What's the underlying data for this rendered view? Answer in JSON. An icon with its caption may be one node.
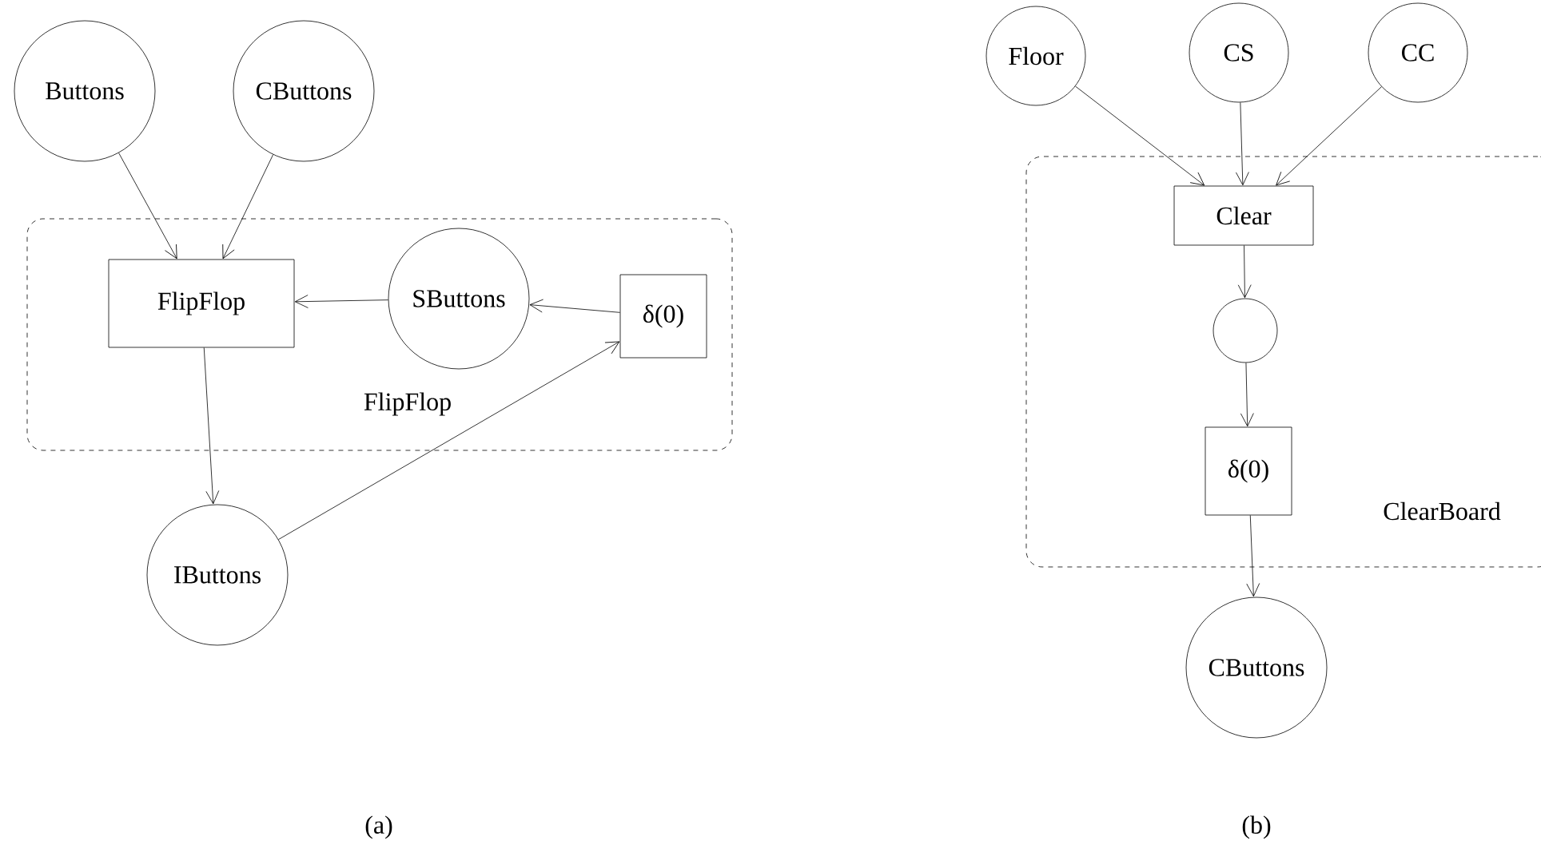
{
  "diagram": {
    "nodes": [
      {
        "text": [
          "Buttons"
        ]
      },
      {
        "text": [
          "CButtons"
        ]
      },
      {
        "text": [
          "FlipFlop"
        ]
      },
      {
        "text": [
          "FlipFlop"
        ],
        "in": 2
      },
      {
        "text": [
          "SButtons"
        ],
        "in": 2
      },
      {
        "text": [
          "δ(0)"
        ],
        "in": 2
      },
      {
        "text": [
          "IButtons"
        ]
      },
      {
        "text": [
          "Floor"
        ]
      },
      {
        "text": [
          "CS"
        ]
      },
      {
        "text": [
          "CC"
        ]
      },
      {
        "text": [
          "ClearBoard"
        ]
      },
      {
        "text": [
          "Clear"
        ],
        "in": 10
      },
      {
        "text": [],
        "shape": "circle",
        "in": 10
      },
      {
        "text": [
          "δ(0)"
        ],
        "in": 10
      },
      {
        "text": [
          "CButtons"
        ]
      }
    ],
    "edges": [
      {
        "from": 0,
        "to": 3,
        "arrow": "to"
      },
      {
        "from": 1,
        "to": 3,
        "arrow": "to"
      },
      {
        "from": 4,
        "to": 3,
        "arrow": "to"
      },
      {
        "from": 5,
        "to": 4,
        "arrow": "to"
      },
      {
        "from": 3,
        "to": 6,
        "arrow": "to"
      },
      {
        "from": 6,
        "to": 5,
        "arrow": "to"
      },
      {
        "from": 7,
        "to": 11,
        "arrow": "to"
      },
      {
        "from": 8,
        "to": 11,
        "arrow": "to"
      },
      {
        "from": 9,
        "to": 11,
        "arrow": "to"
      },
      {
        "from": 11,
        "to": 12,
        "arrow": "to"
      },
      {
        "from": 12,
        "to": 13,
        "arrow": "to"
      },
      {
        "from": 13,
        "to": 14,
        "arrow": "to"
      }
    ],
    "labels": [
      "(a)",
      "(b)"
    ]
  }
}
